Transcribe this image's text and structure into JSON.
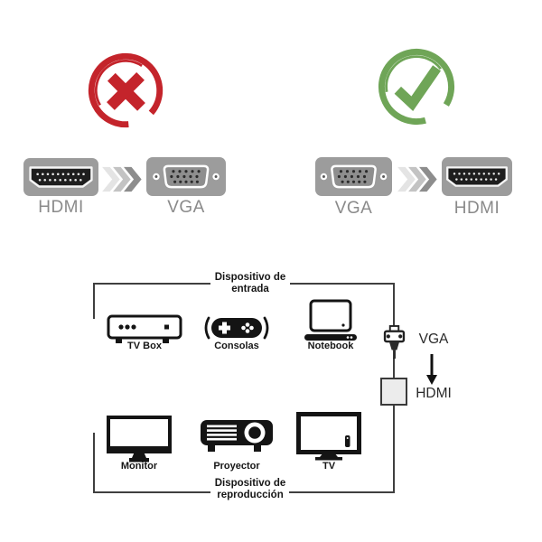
{
  "top_comparison": {
    "wrong": {
      "mark": "cross-icon",
      "from_label": "HDMI",
      "to_label": "VGA"
    },
    "correct": {
      "mark": "check-icon",
      "from_label": "VGA",
      "to_label": "HDMI"
    }
  },
  "diagram": {
    "input_group": {
      "title_line1": "Dispositivo de",
      "title_line2": "entrada",
      "devices": [
        {
          "label": "TV Box"
        },
        {
          "label": "Consolas"
        },
        {
          "label": "Notebook"
        }
      ]
    },
    "adapter": {
      "from_label": "VGA",
      "to_label": "HDMI"
    },
    "output_group": {
      "title_line1": "Dispositivo de",
      "title_line2": "reproducción",
      "devices": [
        {
          "label": "Monitor"
        },
        {
          "label": "Proyector"
        },
        {
          "label": "TV"
        }
      ]
    }
  },
  "colors": {
    "wrong_red": "#c4242b",
    "correct_green": "#6fa557",
    "connector_gray": "#9c9c9c",
    "port_label_gray": "#8a8a8a",
    "icon_black": "#141414",
    "bracket_line": "#3f3f3f"
  }
}
